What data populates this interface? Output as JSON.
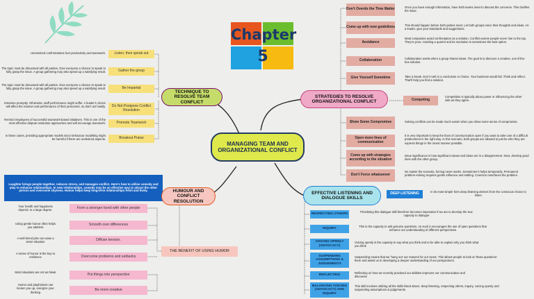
{
  "title": {
    "chapter_word": "Chapter",
    "chapter_number": "5",
    "central_topic": "MANAGING TEAM AND ORGANIZATIONAL CONFLICT"
  },
  "technique": {
    "label": "TECHNIQUE TO RESOLVE TEAM CONFLICT",
    "items": [
      {
        "label": "Listen, then speak out",
        "note": "Unresolved confrontations hurt productivity and teamwork."
      },
      {
        "label": "Gather the group",
        "note": "The topic must be discussed with all parties. Give everyone a chance to speak to fully grasp the issue. A group gathering may also speed up a satisfying result."
      },
      {
        "label": "Be Impartial",
        "note": "The topic must be discussed with all parties. Give everyone a chance to speak to fully grasp the issue. A group gathering may also speed up a satisfying result."
      },
      {
        "label": "Do Not Postpone Conflict Resolution",
        "note": "Intensive promptly. Otherwise, staff performance might suffer. A leader's choice will affect the manner and performance of their personnel, so don't act hastily."
      },
      {
        "label": "Promote Teamwork",
        "note": "Remind employees of successful teamwork-based initiatives. This is one of the most effective dispute resolution approaches and will encourage teamwork."
      },
      {
        "label": "Breakout Praise",
        "note": "In these cases, providing appropriate models since behaviour modelling might be harmful if there are undesired aspects."
      }
    ]
  },
  "strategies": {
    "label": "STRATEGIES TO RESOLVE ORGANIZATIONAL CONFLICT",
    "competing": {
      "label": "Competing",
      "note": "Competition is typically about power or influencing the other side as they agree."
    },
    "items": [
      {
        "label": "Don't Overdo the Time Matter",
        "note": "Once you have enough information, have both teams meet to discuss the concerns. This clarifies the issue."
      },
      {
        "label": "Come up with new guidelines",
        "note": "This should happen before both parties meet. Let both groups voice their thoughts and ideas. As a leader, give your standards and suggestions."
      },
      {
        "label": "Avoidance",
        "note": "Most companies avoid confrontation as a solution. Conflict-averse people never rise to the top. They're poor. Avoiding a quarrel and its resolution is sometimes the best option."
      },
      {
        "label": "Collaboration",
        "note": "Collaboration works when a group shares ideas. The goal is to discover a creative, out-of-the-box solution."
      },
      {
        "label": "Give Yourself Sometime",
        "note": "Take a break. Don't rush to a conclusion or choice. Your business would fail. Think and reflect. That'll help you find a solution."
      },
      {
        "label": "Show Some Compromise",
        "note": "Solving conflicts can be made much easier when you show some sense of compromise."
      },
      {
        "label": "Open more lines of communication",
        "note": "It is very important to keep the lines of communication open if you want to take care of a difficult predicament in the right way. In this scenario, both groups are allowed to just be who they are express things in the nicest manner possible."
      },
      {
        "label": "Come up with strategies according to the situation",
        "note": "Issue significance is how significant values and ideas are in a disagreement. Next, develop good lines with the other group."
      },
      {
        "label": "Don't Force whatsoever",
        "note": "No matter the scenario, forcing never works. Sometimes it helps temporarily. Permanent problem-solving requires gentle influence and settling. Coercion resurfaces the problem."
      }
    ]
  },
  "humour": {
    "label": "HUMOUR AND CONFLICT RESOLUTION",
    "intro": "Laughter brings people together, reduces stress, and manages conflict. Here's how to utilise comedy and play to enhance relationships. In new relationships, comedy may be an effective way to attract the other person and overcome shyness. Humor helps keep long-term relationships fresh and lively.",
    "benefit_label": "THE BENEFIT OF USING HUMOR",
    "items": [
      {
        "label": "Form a stronger bond with other people",
        "note": "Your health and happiness depend, to a large degree."
      },
      {
        "label": "Smooth over differences",
        "note": "Using gentle humor often helps you address"
      },
      {
        "label": "Diffuse tension.",
        "note": "A well-timed joke can ease a tense situation"
      },
      {
        "label": "Overcome problems and setbacks",
        "note": "A sense of humor is the key to resilience"
      },
      {
        "label": "Put things into perspective",
        "note": "Most situations are not as bleak"
      },
      {
        "label": "Be more creative",
        "note": "Humor and playfulness can loosen you up, energize your thinking"
      }
    ]
  },
  "listening": {
    "label": "EFFECTIVE LISTENING AND DIALOGUE SKILLS",
    "deep": {
      "label": "DEEP LISTENING",
      "note": "In its most simple form deep listening derives from the conscious choice to listen"
    },
    "items": [
      {
        "label": "RESPECTING OTHERS",
        "note": "Prioritising this dialogue skill therefore becomes imperative if we are to develop the true capacity to dialogue"
      },
      {
        "label": "INQUIRY",
        "note": "This is the capacity to ask genuine questions. As such it encourages the use of open questions that enhance our understanding of different perspectives"
      },
      {
        "label": "VOICING OPENLY (ADVOCACY)",
        "note": "Voicing openly is the capacity to say what you think and to be able to explain why you think what you think"
      },
      {
        "label": "SUSPENDING ASSUMPTIONS & JUDGEMENTS",
        "note": "Suspending means that we 'hang out' our reasons for our views. This allows people to look at 'those questions' them and assist us in developing a deeper understanding of our perspectives."
      },
      {
        "label": "REFLECTING",
        "note": "Reflecting on how we recently practised our abilities improves our communication and discourse"
      },
      {
        "label": "BALANCING VOICING (ADVOCACY) AND INQUIRY",
        "note": "This skill involves utilizing all the skills listed above: deep listening, respecting others, inquiry, voicing openly and suspending assumptions & judgements."
      }
    ]
  },
  "colors": {
    "central": "#dfe94c",
    "technique": "#c6dc6a",
    "strategies": "#f0a9c6",
    "humour": "#f7c7bf",
    "listening": "#a9e3ec",
    "deep_listening": "#1f7fd6",
    "humour_intro": "#1560bf",
    "windows": [
      "#e8561f",
      "#6cbd2d",
      "#1fa2df",
      "#f6ba10"
    ]
  }
}
